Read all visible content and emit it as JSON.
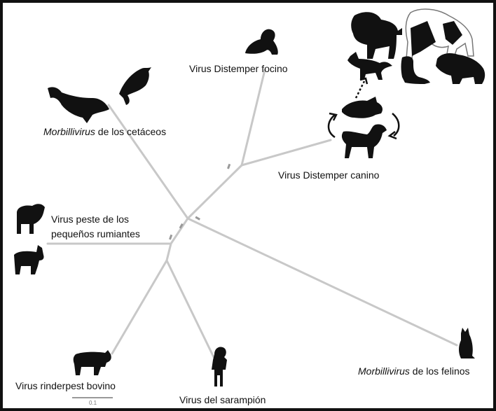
{
  "labels": {
    "phocine": "Virus Distemper focino",
    "cetacean_italic": "Morbillivirus",
    "cetacean_rest": " de los cetáceos",
    "canine": "Virus Distemper canino",
    "ppr_line1": "Virus peste de los",
    "ppr_line2": "pequeños rumiantes",
    "feline_italic": "Morbillivirus",
    "feline_rest": " de los felinos",
    "rinderpest": "Virus rinderpest bovino",
    "measles": "Virus del sarampión",
    "scale_value": "0.1"
  },
  "icons": [
    "seal-icon",
    "whale-icon",
    "dolphin-icon",
    "lion-icon",
    "panda-icon",
    "fox-icon",
    "ferret-icon",
    "bear-icon",
    "raccoon-icon",
    "dog-icon",
    "sheep-icon",
    "goat-icon",
    "cow-icon",
    "child-icon",
    "cat-icon"
  ],
  "colors": {
    "branch": "#c8c8c8",
    "silhouette": "#111111",
    "text": "#111111"
  }
}
